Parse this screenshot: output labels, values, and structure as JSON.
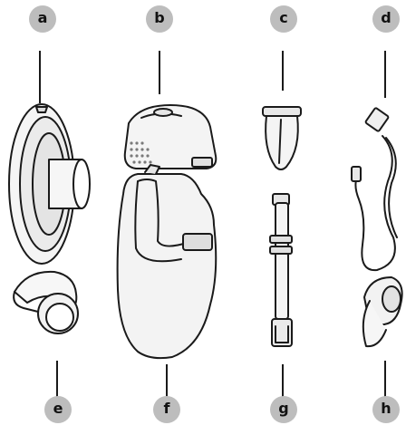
{
  "colors": {
    "badge": "#bdbdbd",
    "badge_text": "#111111",
    "stroke": "#1a1a1a",
    "fill_light": "#f2f2f2",
    "fill_mid": "#e2e2e2"
  },
  "labels": {
    "a": "a",
    "b": "b",
    "c": "c",
    "d": "d",
    "e": "e",
    "f": "f",
    "g": "g",
    "h": "h"
  },
  "parts": {
    "a": {
      "icon": "flange-shield-icon"
    },
    "b": {
      "icon": "pump-motor-icon"
    },
    "c": {
      "icon": "valve-icon"
    },
    "d": {
      "icon": "usb-cable-icon"
    },
    "e": {
      "icon": "nipple-insert-icon"
    },
    "f": {
      "icon": "milk-collector-cup-icon"
    },
    "g": {
      "icon": "strap-icon"
    },
    "h": {
      "icon": "connector-icon"
    }
  }
}
